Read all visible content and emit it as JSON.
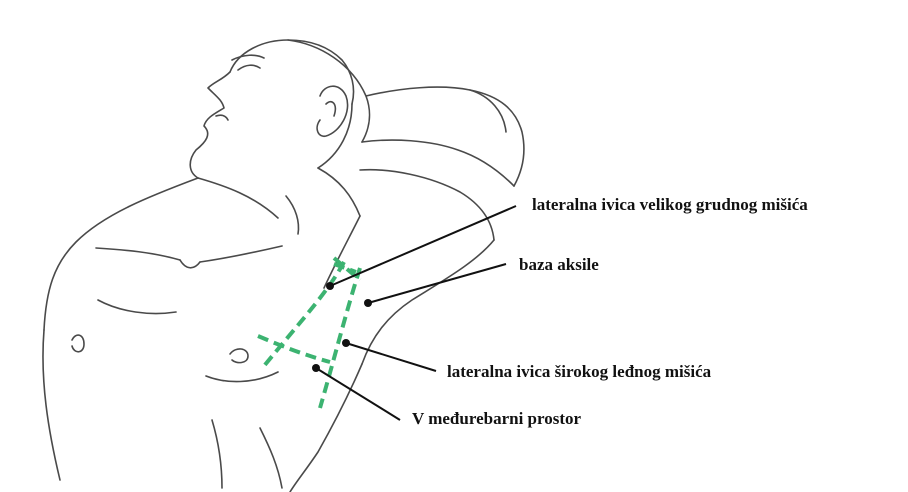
{
  "labels": {
    "pectoralis_edge": "lateralna ivica velikog grudnog mišića",
    "axilla_base": "baza aksile",
    "latissimus_edge": "lateralna ivica širokog leđnog mišića",
    "fifth_intercostal": "V međurebarni prostor"
  },
  "colors": {
    "sketch": "#4a4a4a",
    "marking": "#3cb371",
    "leader": "#111111",
    "text": "#111111"
  }
}
